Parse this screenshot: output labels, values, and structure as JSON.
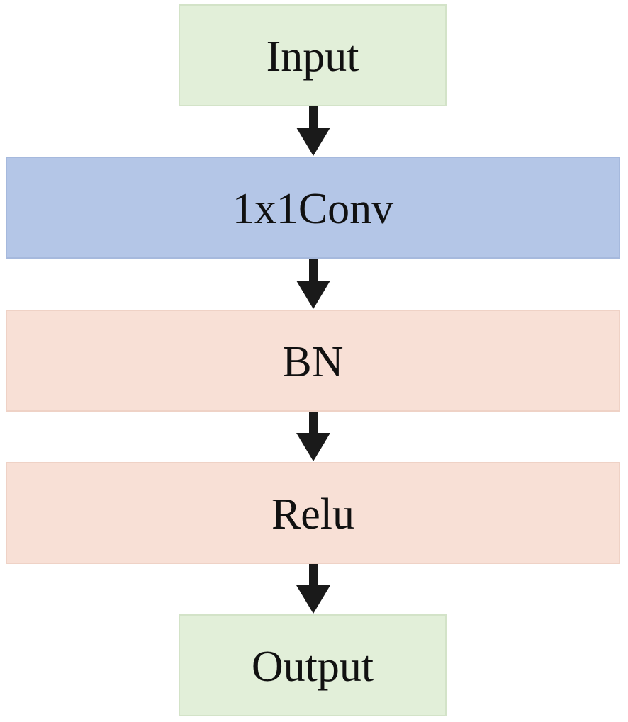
{
  "diagram": {
    "blocks": [
      {
        "label": "Input",
        "fill": "#e2efd9",
        "border": "#d3e3c8"
      },
      {
        "label": "1x1Conv",
        "fill": "#b4c6e7",
        "border": "#a6b9dd"
      },
      {
        "label": "BN",
        "fill": "#f8e0d6",
        "border": "#efd2c6"
      },
      {
        "label": "Relu",
        "fill": "#f8e0d6",
        "border": "#efd2c6"
      },
      {
        "label": "Output",
        "fill": "#e2efd9",
        "border": "#d3e3c8"
      }
    ],
    "arrow_color": "#1a1a1a",
    "arrow_icon": "arrow-down-icon"
  }
}
